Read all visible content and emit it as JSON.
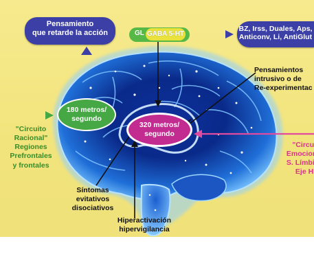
{
  "top_left_box": {
    "line1": "Pensamiento",
    "line2": "que retarde la acción"
  },
  "top_right_box": {
    "line1": "BZ, Irss, Duales, Aps,",
    "line2": "Anticonv, Li, AntiGlut"
  },
  "green_pill": {
    "label": "GL"
  },
  "yellow_pill": {
    "label": "GABA 5-HT"
  },
  "rational_bubble": {
    "line1": "180 metros/",
    "line2": "segundo"
  },
  "emotional_bubble": {
    "line1": "320 metros/",
    "line2": "segundo"
  },
  "rational_label": {
    "line1": "\"Circuito",
    "line2": "Racional\"",
    "line3": "Regiones",
    "line4": "Prefrontales",
    "line5": "y frontales"
  },
  "emotional_label": {
    "line1": "\"Circuito",
    "line2": "Emocional",
    "line3": "S. Límbico",
    "line4": "Eje HPA"
  },
  "intrusive_label": {
    "line1": "Pensamientos",
    "line2": "intrusivo o de",
    "line3": "Re-experimentac"
  },
  "symptoms_label": {
    "line1": "Síntomas",
    "line2": "evitativos",
    "line3": "disociativos"
  },
  "hyper_label": {
    "line1": "Hiperactivación",
    "line2": "hipervigilancia"
  },
  "colors": {
    "background": "#f2e47c",
    "navy": "#3c3fa6",
    "green": "#46a844",
    "magenta": "#c22b8f",
    "brain_glow": "#6fb6ff"
  }
}
